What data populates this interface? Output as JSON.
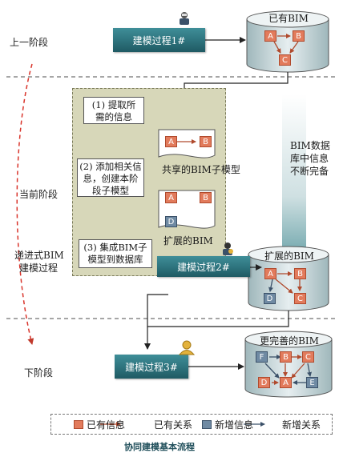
{
  "stages": {
    "previous": "上一阶段",
    "current": "当前阶段",
    "next": "下阶段",
    "progressive": [
      "递进式BIM",
      "建模过程"
    ]
  },
  "processes": {
    "p1": "建模过程1#",
    "p2": "建模过程2#",
    "p3": "建模过程3#"
  },
  "databases": {
    "db1": "已有BIM",
    "db2": "扩展的BIM",
    "db3": "更完善的BIM"
  },
  "steps": {
    "s1": [
      "(1) 提取所",
      "需的信息"
    ],
    "s2": [
      "(2) 添加相关信",
      "息，创建本阶",
      "段子模型"
    ],
    "s3": [
      "(3) 集成BIM子",
      "模型到数据库"
    ]
  },
  "docs": {
    "shared": "共享的BIM子模型",
    "extended": "扩展的BIM"
  },
  "side_note": [
    "BIM数据",
    "库中信息",
    "不断完备"
  ],
  "nodes": {
    "A": "A",
    "B": "B",
    "C": "C",
    "D": "D",
    "E": "E",
    "F": "F"
  },
  "legend": {
    "existing_info": "已有信息",
    "existing_rel": "已有关系",
    "new_info": "新增信息",
    "new_rel": "新增关系"
  },
  "caption": "协同建模基本流程",
  "colors": {
    "existing": "#e27b5c",
    "new": "#6f8aa3",
    "process": "#2d727c",
    "panel": "#d7d7b9",
    "progress_arrow": "#d9342b"
  },
  "icons": [
    "person-avatar-icon",
    "warning-person-icon",
    "arrow-icon"
  ]
}
